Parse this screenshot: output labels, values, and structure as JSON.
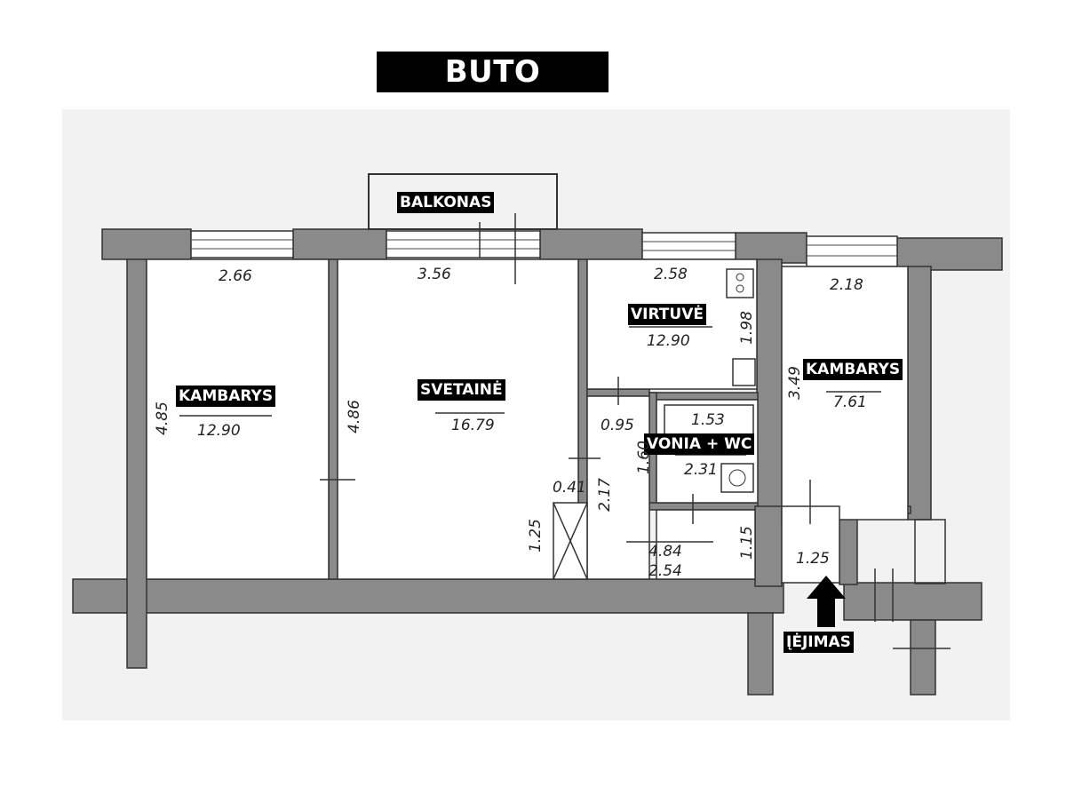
{
  "title": "BUTO PLANAS",
  "rooms": {
    "balcony": {
      "label": "BALKONAS"
    },
    "room1": {
      "label": "KAMBARYS",
      "area": "12.90",
      "width": "2.66",
      "depth": "4.85"
    },
    "living": {
      "label": "SVETAINĖ",
      "area": "16.79",
      "width": "3.56",
      "depth": "4.86"
    },
    "kitchen": {
      "label": "VIRTUVĖ",
      "area": "12.90",
      "width": "2.58",
      "depth": "1.98"
    },
    "room2": {
      "label": "KAMBARYS",
      "area": "7.61",
      "width": "2.18",
      "depth": "3.49"
    },
    "bath": {
      "label": "VONIA + WC",
      "area": "2.31",
      "width": "1.53",
      "depth": "1.60"
    },
    "hall": {
      "area": "2.54",
      "width": "4.84",
      "depth": "1.15"
    },
    "vestibule": {
      "area": "1.25"
    },
    "entrance": {
      "label": "ĮĖJIMAS"
    }
  },
  "dims_extra": {
    "d_095": "0.95",
    "d_041": "0.41",
    "d_217": "2.17",
    "d_125": "1.25"
  },
  "colors": {
    "wall": "#7a7a7a",
    "label_bg": "#000000",
    "label_fg": "#ffffff",
    "paper": "#f2f2f2"
  },
  "icons": {
    "arrow": "up-arrow-icon"
  }
}
